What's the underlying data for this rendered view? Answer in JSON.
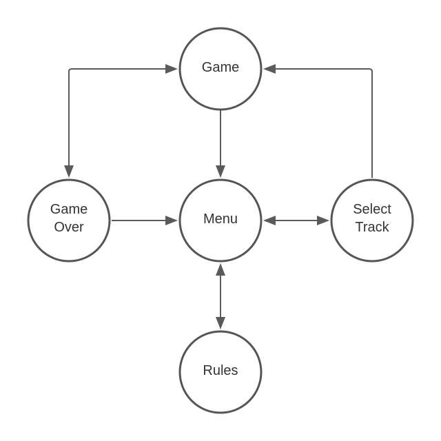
{
  "nodes": {
    "game": {
      "lines": [
        "Game"
      ]
    },
    "menu": {
      "lines": [
        "Menu"
      ]
    },
    "game_over": {
      "lines": [
        "Game",
        "Over"
      ]
    },
    "select_track": {
      "lines": [
        "Select",
        "Track"
      ]
    },
    "rules": {
      "lines": [
        "Rules"
      ]
    }
  },
  "edges": [
    {
      "from": "game",
      "to": "game_over",
      "bidirectional": true
    },
    {
      "from": "game",
      "to": "menu",
      "bidirectional": false
    },
    {
      "from": "game_over",
      "to": "menu",
      "bidirectional": false
    },
    {
      "from": "menu",
      "to": "select_track",
      "bidirectional": true
    },
    {
      "from": "select_track",
      "to": "game",
      "bidirectional": false
    },
    {
      "from": "menu",
      "to": "rules",
      "bidirectional": true
    }
  ],
  "colors": {
    "stroke": "#555555",
    "edge": "#5a5a5a",
    "text": "#333333",
    "background": "#ffffff"
  }
}
